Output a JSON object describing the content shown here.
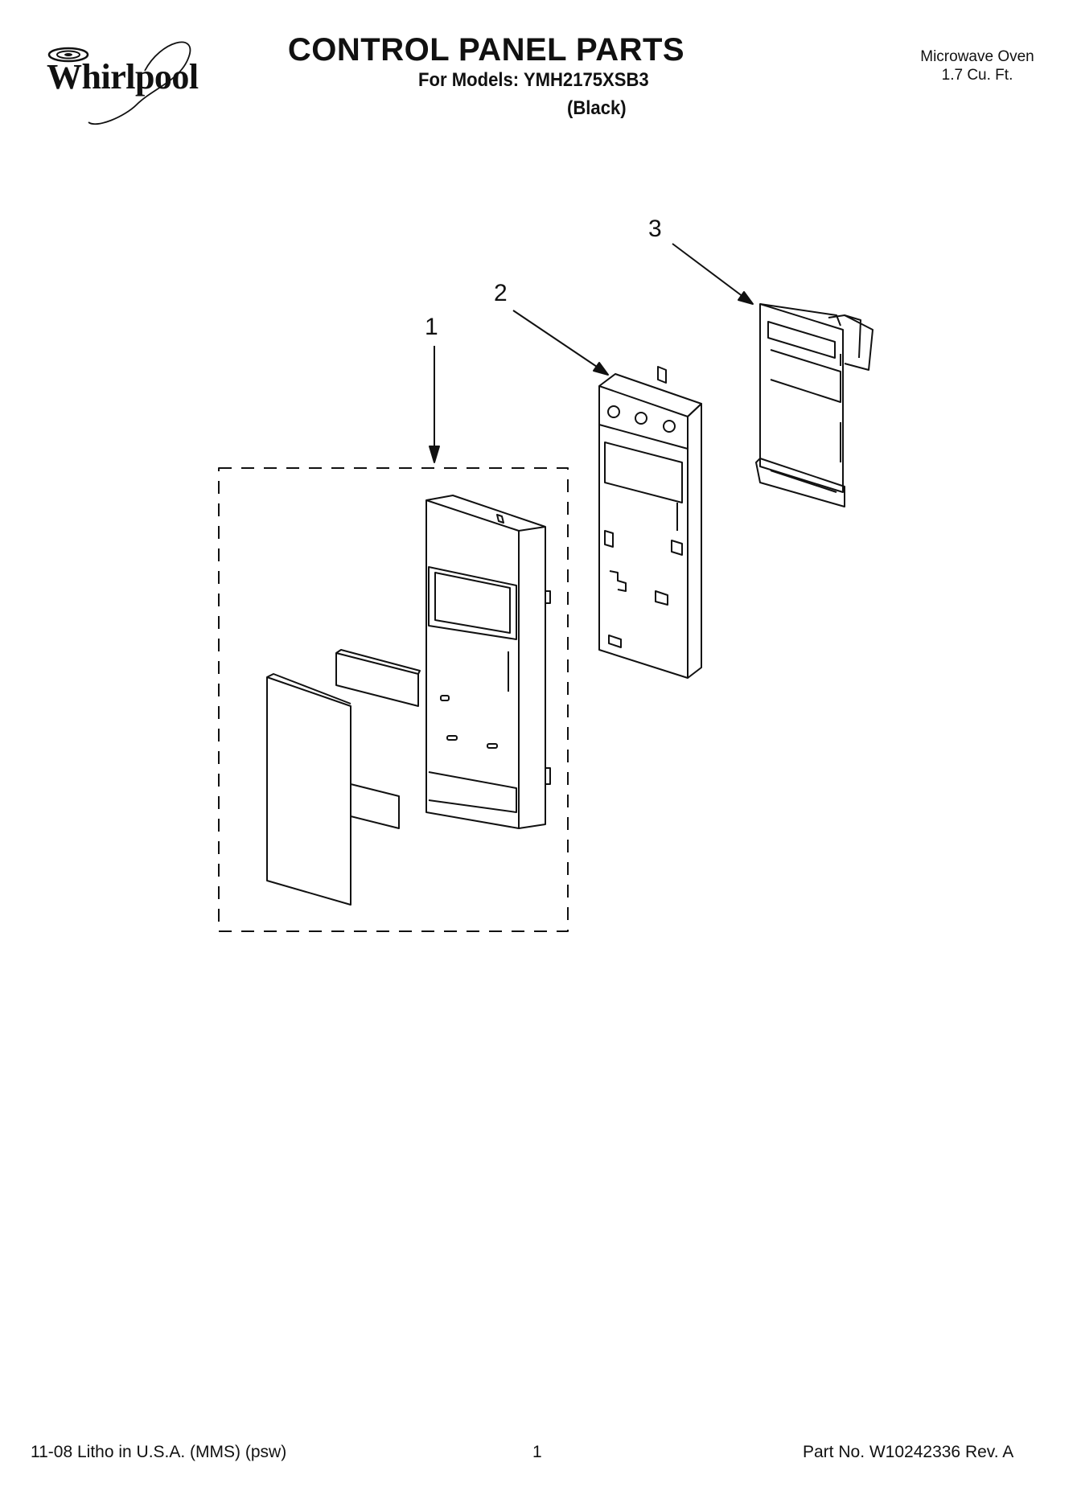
{
  "brand": {
    "name": "Whirlpool"
  },
  "header": {
    "title": "CONTROL PANEL PARTS",
    "models_line": "For Models: YMH2175XSB3",
    "variant": "(Black)",
    "product_line1": "Microwave Oven",
    "product_line2": "1.7 Cu. Ft."
  },
  "callouts": [
    "1",
    "2",
    "3"
  ],
  "footer": {
    "print_info": "11-08 Litho in U.S.A. (MMS) (psw)",
    "page_number": "1",
    "part_number": "Part No. W10242336 Rev. A"
  },
  "colors": {
    "ink": "#111111",
    "paper": "#ffffff"
  }
}
